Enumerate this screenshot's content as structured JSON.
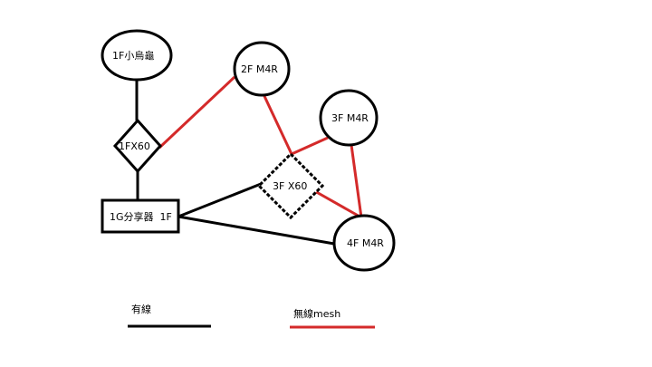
{
  "colors": {
    "wired": "#000000",
    "wireless": "#d42a2a",
    "background": "#ffffff"
  },
  "nodes": {
    "router_1f": {
      "label": "1F小烏龜",
      "shape": "circle"
    },
    "x60_1f": {
      "label": "1FX60",
      "shape": "diamond"
    },
    "switch_1f": {
      "label": "1G分享器  1F",
      "shape": "rectangle"
    },
    "m4r_2f": {
      "label": "2F M4R",
      "shape": "circle"
    },
    "x60_3f": {
      "label": "3F X60",
      "shape": "diamond"
    },
    "m4r_3f": {
      "label": "3F M4R",
      "shape": "circle"
    },
    "m4r_4f": {
      "label": "4F M4R",
      "shape": "circle"
    }
  },
  "edges": [
    {
      "from": "router_1f",
      "to": "x60_1f",
      "type": "wired"
    },
    {
      "from": "x60_1f",
      "to": "switch_1f",
      "type": "wired"
    },
    {
      "from": "switch_1f",
      "to": "x60_3f",
      "type": "wired"
    },
    {
      "from": "switch_1f",
      "to": "m4r_4f",
      "type": "wired"
    },
    {
      "from": "x60_1f",
      "to": "m4r_2f",
      "type": "wireless"
    },
    {
      "from": "m4r_2f",
      "to": "x60_3f",
      "type": "wireless"
    },
    {
      "from": "x60_3f",
      "to": "m4r_3f",
      "type": "wireless"
    },
    {
      "from": "x60_3f",
      "to": "m4r_4f",
      "type": "wireless"
    },
    {
      "from": "m4r_3f",
      "to": "m4r_4f",
      "type": "wireless"
    }
  ],
  "legend": {
    "wired_label": "有線",
    "wireless_label": "無線mesh"
  }
}
